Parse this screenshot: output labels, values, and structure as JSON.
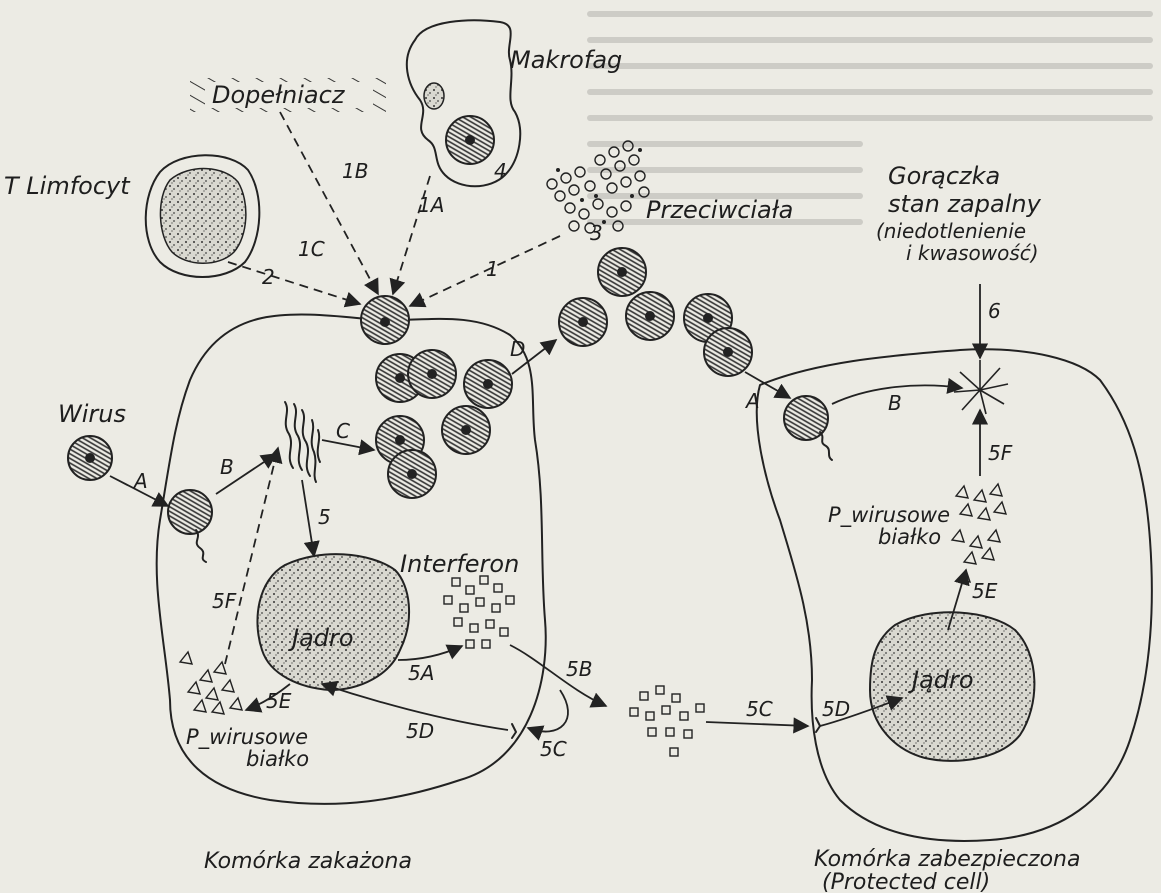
{
  "background_text": "",
  "labels": {
    "dopelniacz": "Dopełniacz",
    "makrofag": "Makrofag",
    "t_limfocyt": "T Limfocyt",
    "przeciwciala": "Przeciwciała",
    "goraczka": "Gorączka",
    "stan_zapalny": "stan zapalny",
    "niedotlenienie": "(niedotlenienie",
    "kwasowosc": "i kwasowość)",
    "wirus": "Wirus",
    "interferon": "Interferon",
    "jadro_left": "Jądro",
    "jadro_right": "Jądro",
    "p_wirusowe_left_1": "P_wirusowe",
    "p_wirusowe_left_2": "białko",
    "p_wirusowe_right_1": "P_wirusowe",
    "p_wirusowe_right_2": "białko",
    "infected_cell": "Komórka zakażona",
    "protected_cell_1": "Komórka zabezpieczona",
    "protected_cell_2": "(Protected cell)"
  },
  "steps": {
    "s1": "1",
    "s1A": "1A",
    "s1B": "1B",
    "s1C": "1C",
    "s2": "2",
    "s3": "3",
    "s4": "4",
    "s5": "5",
    "s5A": "5A",
    "s5B": "5B",
    "s5C": "5C",
    "s5D": "5D",
    "s5E": "5E",
    "s5F": "5F",
    "s6": "6",
    "A": "A",
    "B": "B",
    "C": "C",
    "D": "D",
    "rA": "A",
    "rB": "B",
    "r5C": "5C",
    "r5D": "5D",
    "r5E": "5E",
    "r5F": "5F"
  }
}
